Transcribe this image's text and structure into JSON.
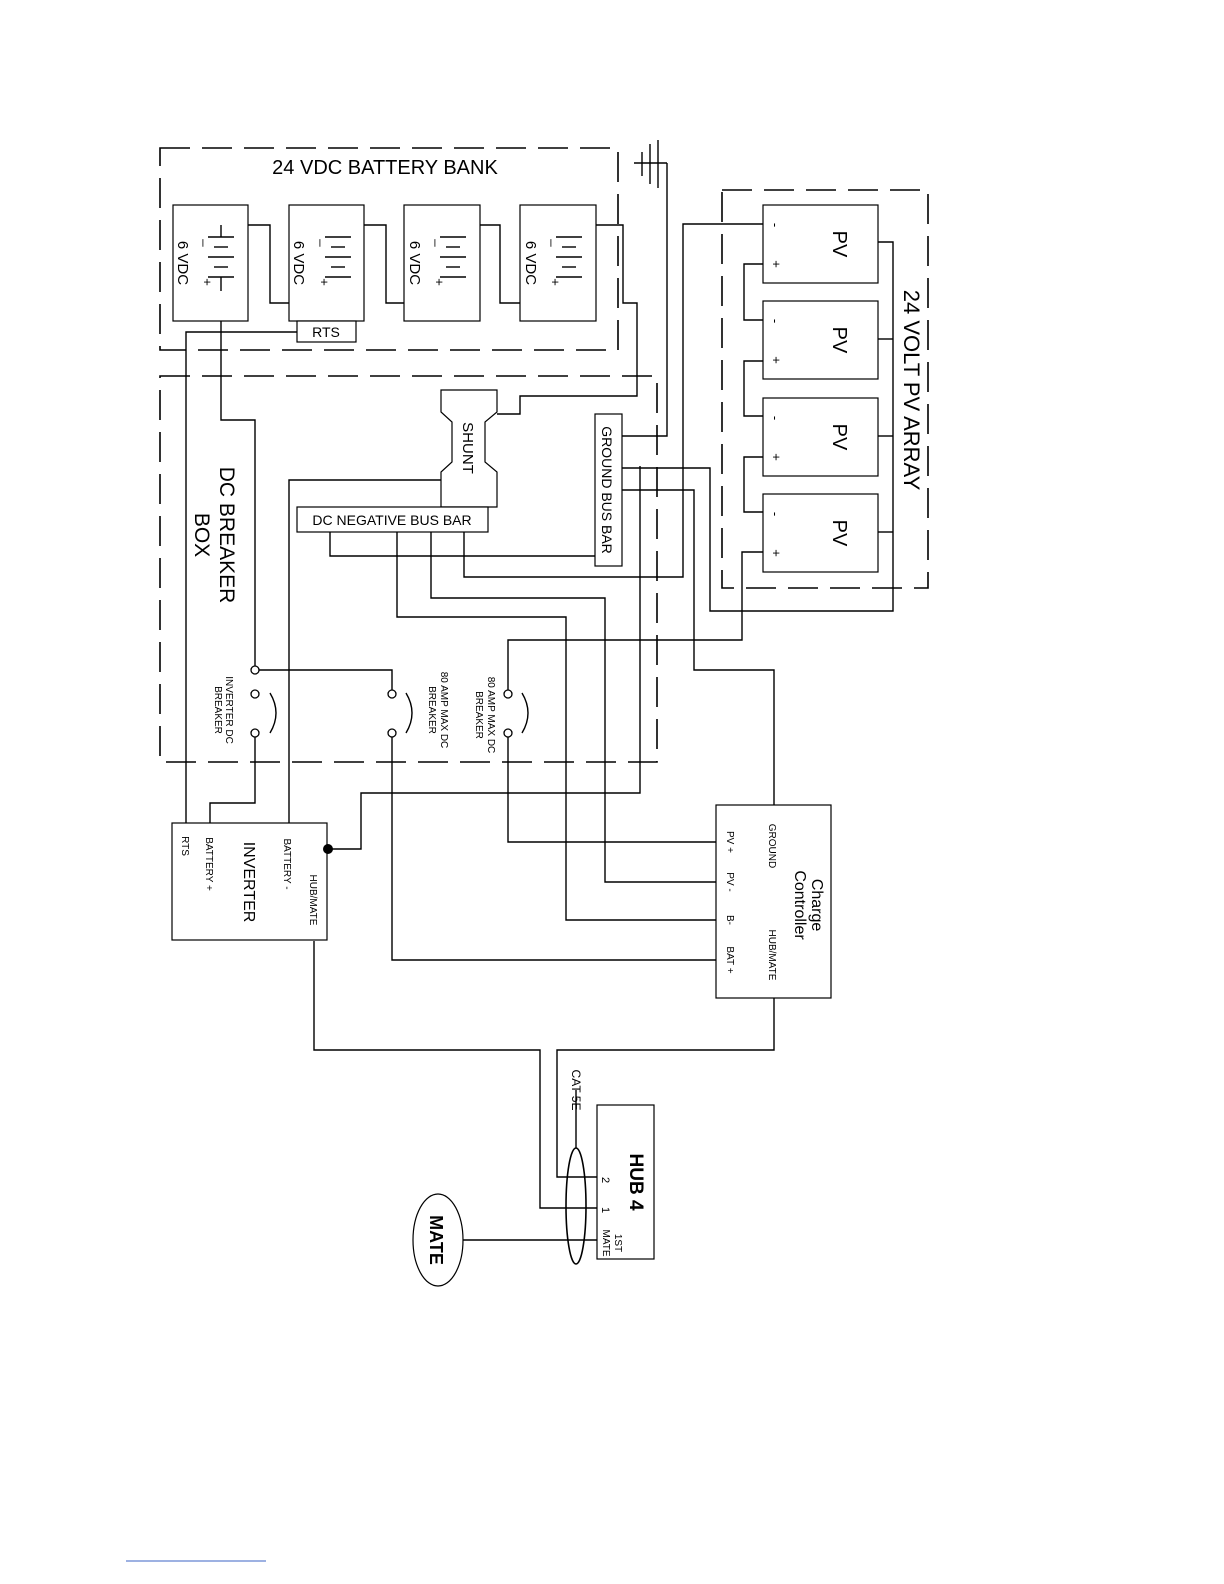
{
  "groups": {
    "battery_bank": "24 VDC BATTERY BANK",
    "breaker_box": [
      "DC BREAKER",
      "BOX"
    ],
    "pv_array": "24 VOLT PV ARRAY"
  },
  "batteries": {
    "label": "6 VDC",
    "minus": "_",
    "plus": "+"
  },
  "rts_block": "RTS",
  "pv_panels": {
    "label": "PV",
    "minus": "-",
    "plus": "+"
  },
  "shunt": "SHUNT",
  "ground_bus": "GROUND BUS BAR",
  "negative_bus": "DC NEGATIVE BUS BAR",
  "breakers": {
    "inverter": [
      "INVERTER DC",
      "BREAKER"
    ],
    "max80_a": [
      "80 AMP MAX DC",
      "BREAKER"
    ],
    "max80_b": [
      "80 AMP MAX DC",
      "BREAKER"
    ]
  },
  "inverter": {
    "title": "INVERTER",
    "rts": "RTS",
    "battery_plus": "BATTERY +",
    "battery_minus": "BATTERY -",
    "hub_mate": "HUB/MATE"
  },
  "charge_controller": {
    "title": [
      "Charge",
      "Controller"
    ],
    "ground": "GROUND",
    "pv_plus": "PV +",
    "pv_minus": "PV -",
    "b_minus": "B-",
    "bat_plus": "BAT +",
    "hub_mate": "HUB/MATE"
  },
  "hub": {
    "title": "HUB 4",
    "port2": "2",
    "port1": "1",
    "first_mate": [
      "1ST",
      "MATE"
    ]
  },
  "cable": "CAT 5E",
  "mate": "MATE"
}
